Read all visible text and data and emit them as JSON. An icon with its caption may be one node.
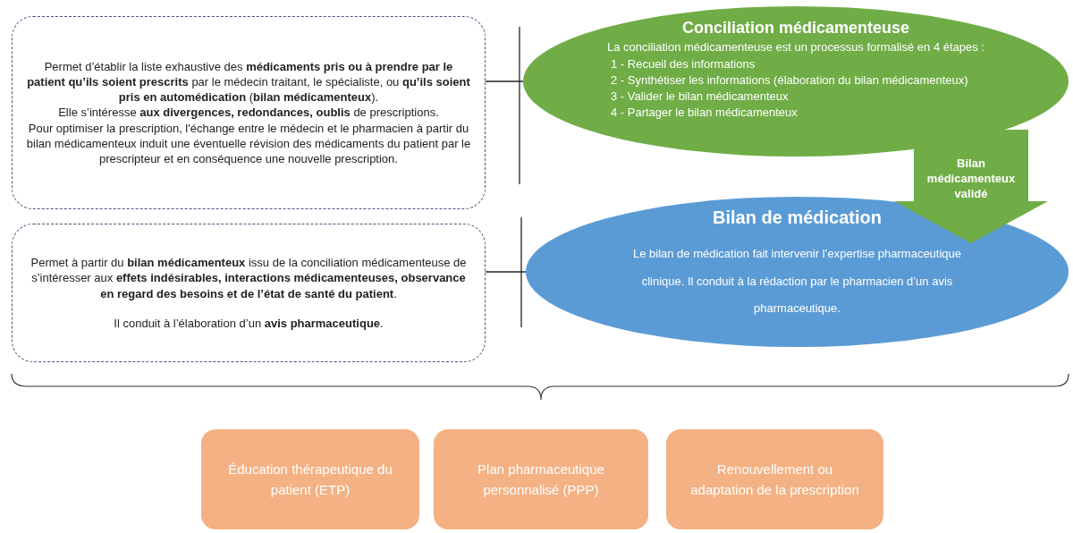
{
  "diagram": {
    "nodes": [
      {
        "text": [
          "Permet d’établir la liste exhaustive des **médicaments pris ou à prendre par le patient qu’ils soient prescrits** par le médecin traitant, le spécialiste, ou **qu’ils soient pris en automédication** (**bilan médicamenteux**).",
          "Elle s’intéresse **aux divergences, redondances, oublis** de prescriptions.",
          "Pour optimiser la prescription, l'échange entre le médecin et le pharmacien à partir du bilan médicamenteux induit une éventuelle révision des médicaments du patient par le prescripteur et en conséquence une nouvelle prescription."
        ]
      },
      {
        "text": [
          "Conciliation médicamenteuse",
          "La conciliation médicamenteuse est un processus formalisé en 4 étapes :",
          "1 - Recueil des informations",
          "2 - Synthétiser les informations (élaboration du bilan médicamenteux)",
          "3 - Valider le bilan médicamenteux",
          "4 - Partager le bilan médicamenteux"
        ]
      },
      {
        "text": [
          "Permet à partir du **bilan médicamenteux** issu de la conciliation médicamenteuse de s’intéresser aux **effets indésirables, interactions médicamenteuses, observance en regard des besoins et de l’état de santé du patient**.",
          "Il conduit à l’élaboration d’un **avis pharmaceutique**."
        ]
      },
      {
        "text": [
          "Bilan de médication",
          "Le bilan de médication fait intervenir l’expertise pharmaceutique clinique. Il conduit à la rédaction par le pharmacien d’un avis pharmaceutique."
        ]
      },
      {
        "text": [
          "Éducation thérapeutique du patient (ETP)"
        ]
      },
      {
        "text": [
          "Plan pharmaceutique personnalisé (PPP)"
        ]
      },
      {
        "text": [
          "Renouvellement ou adaptation de la prescription"
        ]
      }
    ],
    "edges": [
      {
        "from": 0,
        "to": 1,
        "arrow": "none"
      },
      {
        "from": 2,
        "to": 3,
        "arrow": "none"
      },
      {
        "from": 1,
        "to": 3,
        "arrow": "to",
        "label": "Bilan médicamenteux validé",
        "style": "thick",
        "color": "#70ad47"
      }
    ]
  }
}
